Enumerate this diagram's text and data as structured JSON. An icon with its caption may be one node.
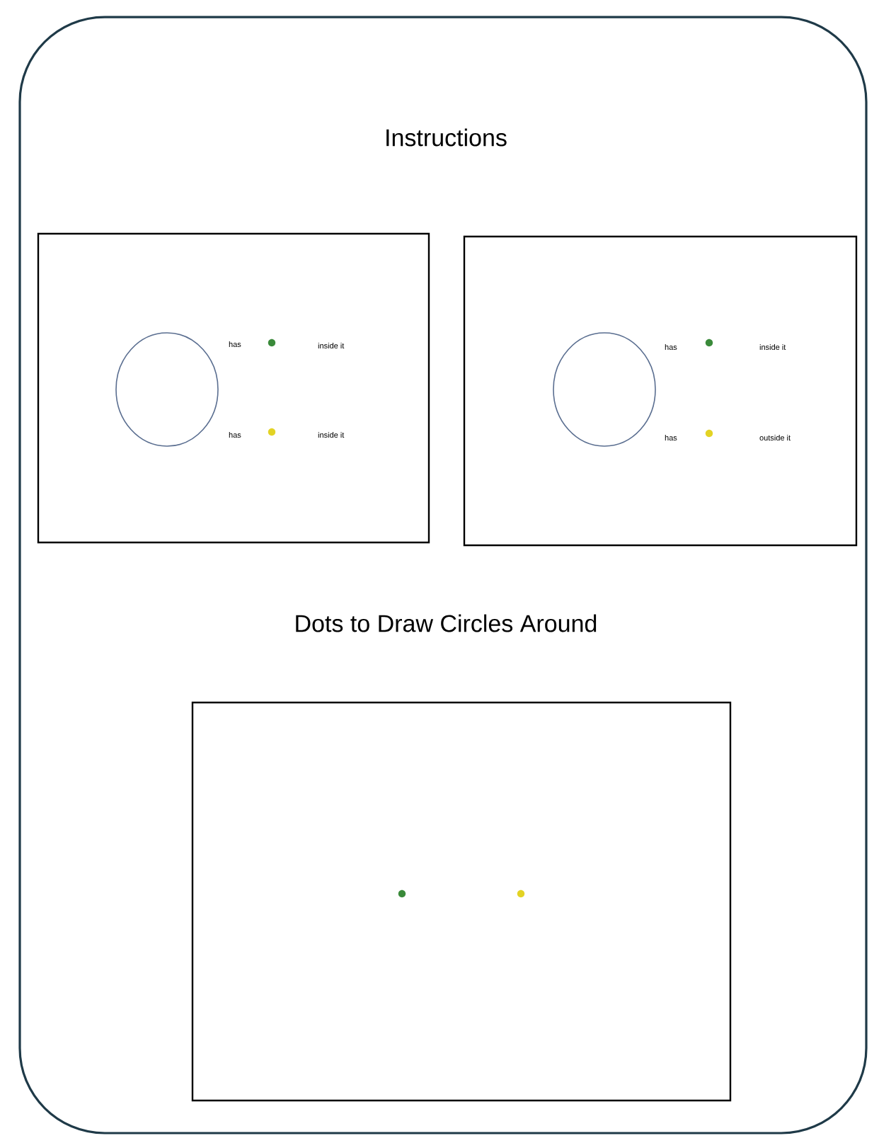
{
  "diagram": {
    "title": "Instructions",
    "nodes": [
      {
        "text": [
          "has",
          "inside it",
          "has",
          "inside it"
        ]
      },
      {
        "text": [],
        "shape": "circle",
        "in": 0
      },
      {
        "text": [
          "has",
          "inside it",
          "has",
          "outside it"
        ]
      },
      {
        "text": [],
        "shape": "circle",
        "in": 2
      },
      {
        "text": [],
        "shape": "box"
      }
    ],
    "labels": [
      "Dots to Draw Circles Around"
    ]
  }
}
